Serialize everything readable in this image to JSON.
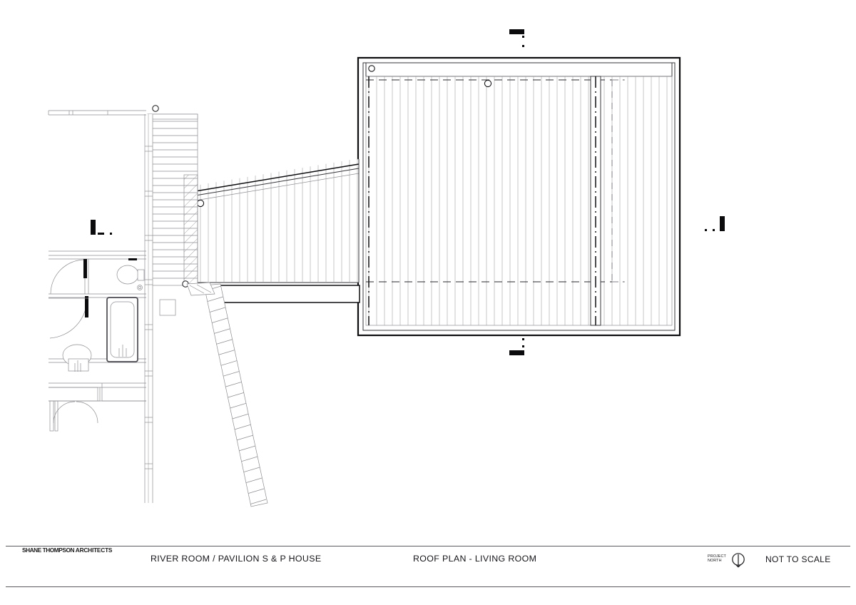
{
  "sheet": {
    "background_color": "#ffffff",
    "ink_color": "#111111"
  },
  "title_block": {
    "practice_name_bold": "SHANE THOMPSON",
    "practice_name_light": " ARCHITECTS",
    "project_title": "RIVER ROOM  / PAVILION S & P HOUSE",
    "drawing_title": "ROOF PLAN - LIVING ROOM",
    "scale_note": "NOT TO SCALE",
    "north": {
      "label_line1": "PROJECT",
      "label_line2": "NORTH",
      "symbol": "north-arrow-circle-icon"
    },
    "divider_top": "horizontal-rule",
    "divider_bottom": "horizontal-rule"
  },
  "drawing": {
    "name": "roof-plan-living-room",
    "type": "architectural-plan",
    "elements": [
      {
        "id": "living-room-roof",
        "label": "Living room roof - battened"
      },
      {
        "id": "linking-roof-wing",
        "label": "Angled linking roof"
      },
      {
        "id": "deck-boards",
        "label": "Timber deck boarding"
      },
      {
        "id": "bathroom-plan",
        "label": "Bathroom plan below"
      },
      {
        "id": "ramp-walkway",
        "label": "Ramp / stepped walkway"
      },
      {
        "id": "section-markers",
        "label": "Section cut markers"
      }
    ]
  }
}
